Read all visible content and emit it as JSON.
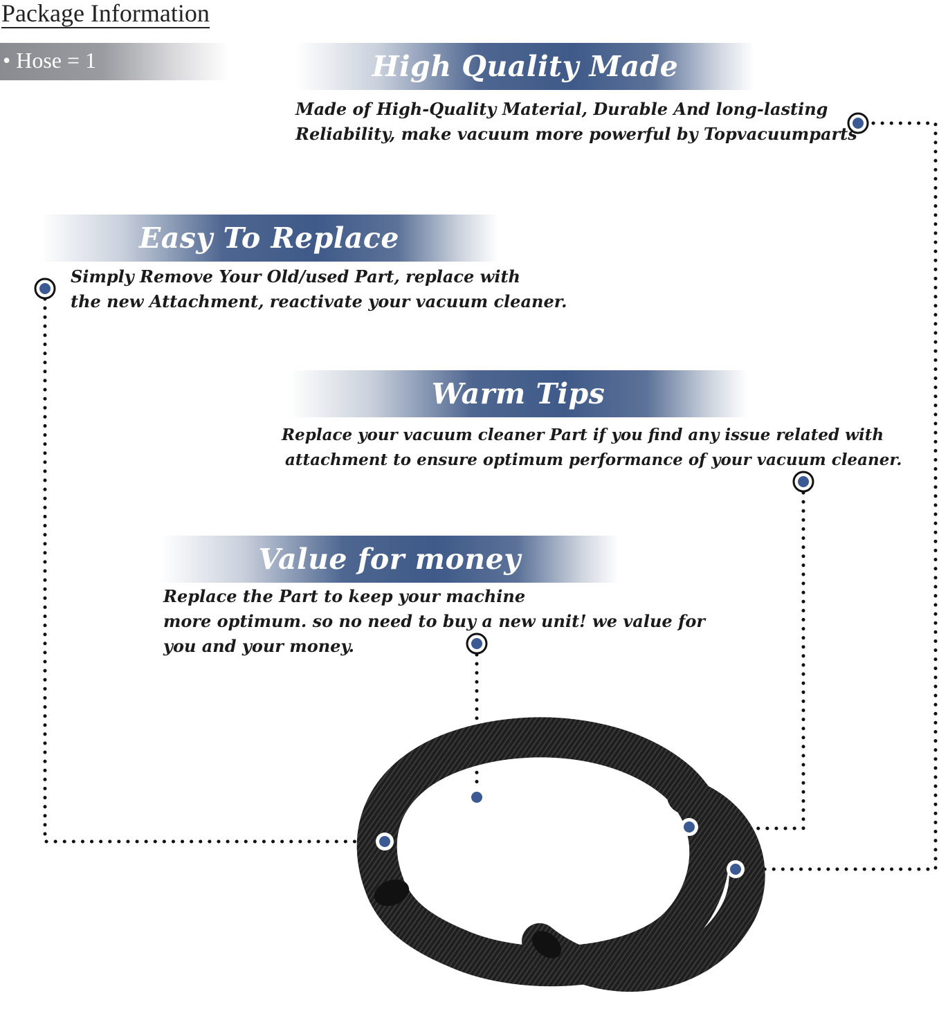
{
  "package": {
    "title": "Package Information",
    "item": "• Hose = 1"
  },
  "sections": {
    "quality": {
      "title": "High Quality Made",
      "line1": "Made of  High-Quality Material, Durable And long-lasting",
      "line2": "Reliability, make vacuum more powerful by Topvacuumparts"
    },
    "replace": {
      "title": "Easy To Replace",
      "line1": "Simply Remove Your Old/used Part, replace with",
      "line2": "the new Attachment, reactivate your vacuum cleaner."
    },
    "tips": {
      "title": "Warm Tips",
      "line1": "Replace your vacuum cleaner Part if you find any issue related with",
      "line2": "attachment to ensure optimum performance of your vacuum cleaner."
    },
    "value": {
      "title": "Value for money",
      "line1": "Replace the Part to keep your machine",
      "line2": "more optimum. so no need to buy a new unit! we value for",
      "line3": "you and your money."
    }
  },
  "colors": {
    "banner_blue": "#3f5a89",
    "marker_blue": "#3b5a93",
    "hose": "#1f1f1f"
  }
}
